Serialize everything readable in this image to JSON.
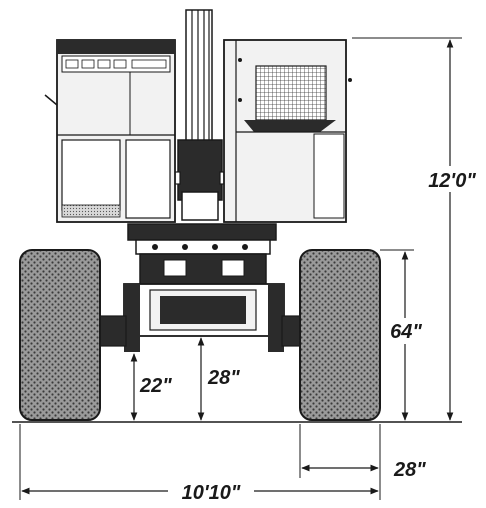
{
  "diagram": {
    "colors": {
      "ink": "#1a1a1a",
      "tire_fill": "#8c8c8c",
      "panel_fill": "#f2f2f2",
      "dark_fill": "#2b2b2b",
      "grid_fill": "#9a9a9a"
    },
    "dimensions": {
      "overall_height": "12'0\"",
      "tire_height": "64\"",
      "tire_clearance": "22\"",
      "axle_clearance": "28\"",
      "tire_width": "28\"",
      "overall_width": "10'10\""
    }
  }
}
